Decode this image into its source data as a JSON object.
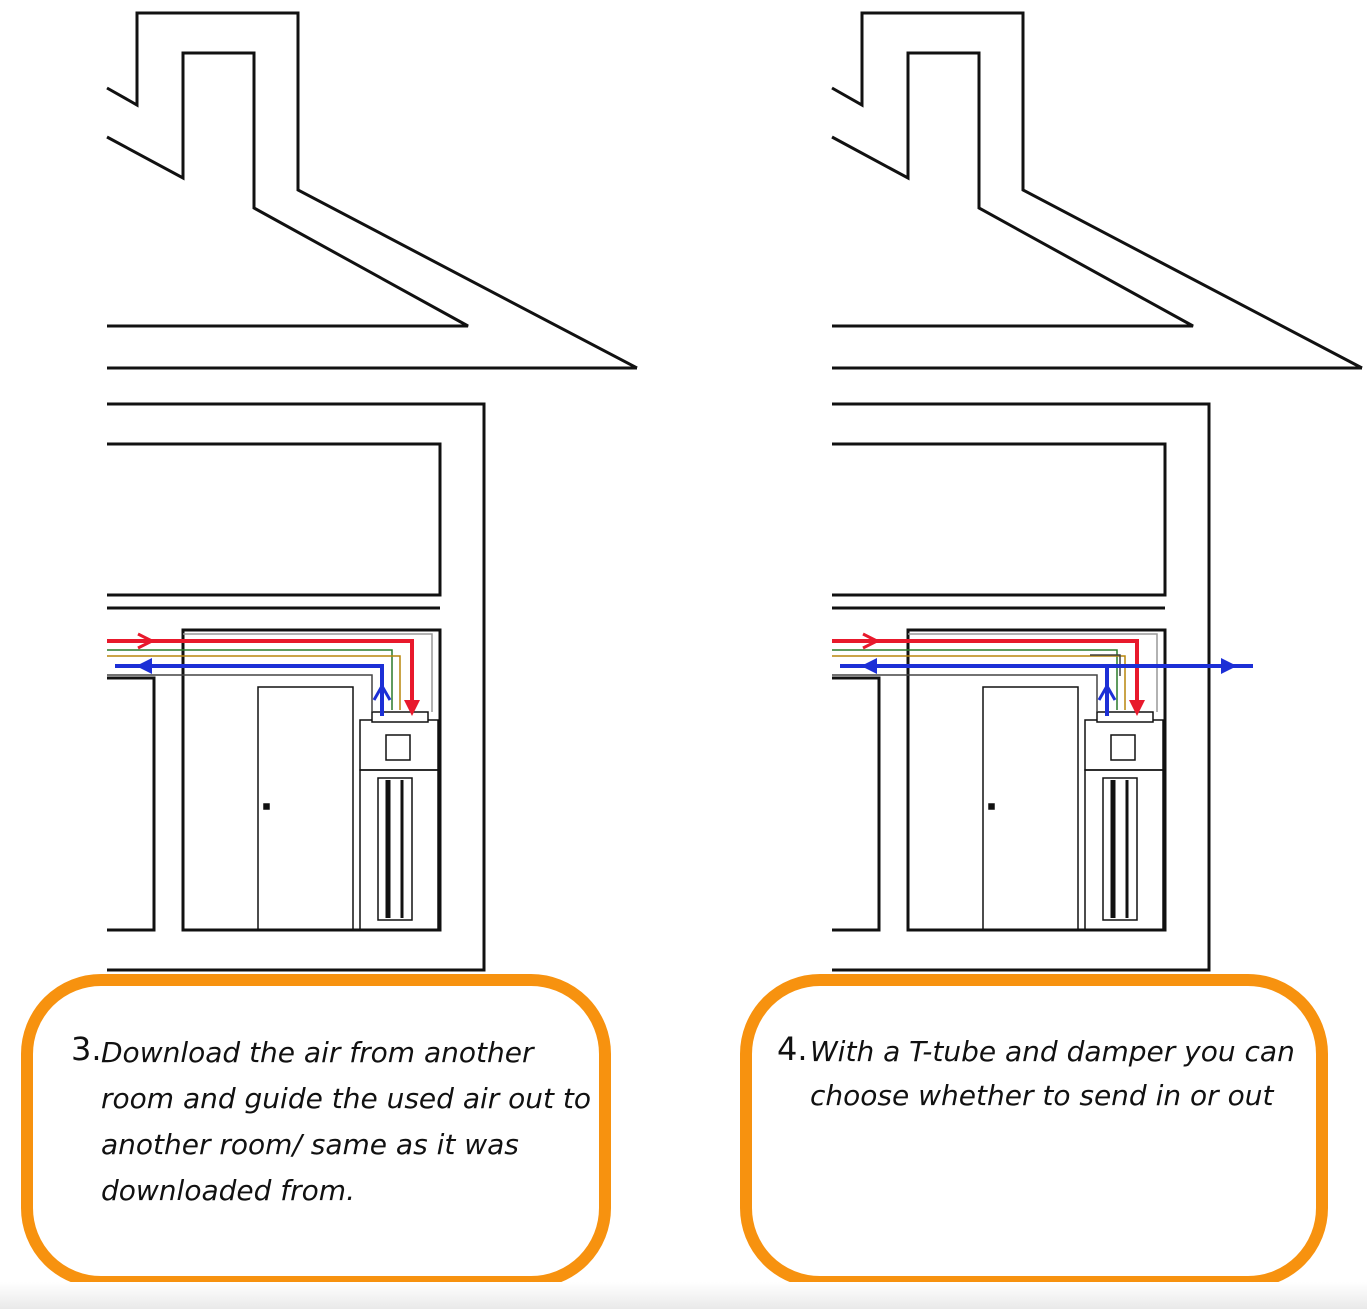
{
  "colors": {
    "accent_border": "#f7920f",
    "supply_air": "#e8192c",
    "exhaust_air": "#1c2fd6",
    "line": "#111111"
  },
  "icons": [
    "house-section-icon",
    "ventilation-unit-icon",
    "door-icon",
    "airflow-arrow-icon"
  ],
  "steps": [
    {
      "number": "3.",
      "text": "Download the air from another room and guide the used air out to another room/ same as it was downloaded from."
    },
    {
      "number": "4.",
      "text": "With a T-tube and damper you can choose whether to send in or out"
    }
  ]
}
